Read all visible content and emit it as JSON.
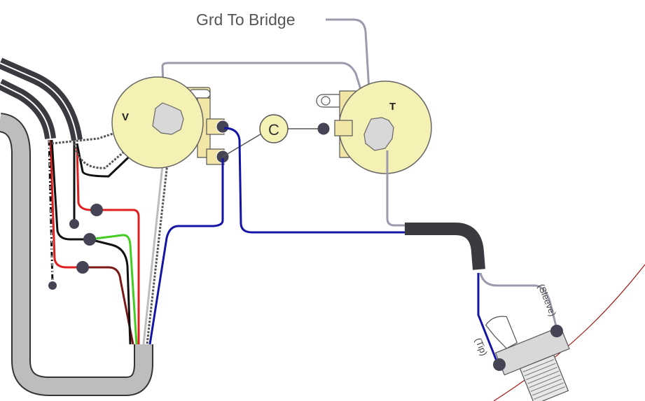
{
  "labels": {
    "ground_to_bridge": "Grd To Bridge",
    "volume": "V",
    "tone": "T",
    "capacitor": "C",
    "tip": "(Tip)",
    "sleeve": "(Sleeve)"
  },
  "colors": {
    "pot_body": "#F5F0B3",
    "pot_lug": "#F2E6A6",
    "shaft": "#D8D8D8",
    "ground_wire": "#9B9BAE",
    "hot_wire": "#1515A5",
    "shield": "#3A3A40",
    "red": "#E02020",
    "green": "#44CC22",
    "maroon": "#7A1818",
    "black": "#111111",
    "pickup_route": "#BDBDBD",
    "body_edge": "#A01818"
  }
}
